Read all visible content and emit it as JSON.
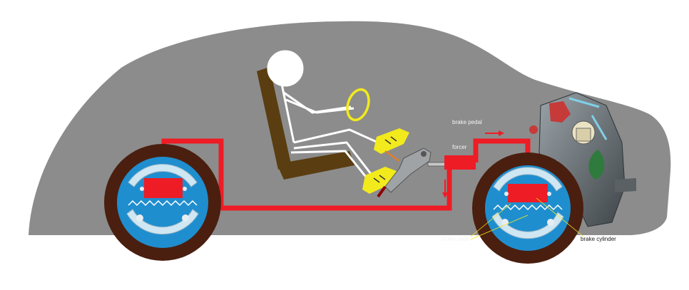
{
  "labels": {
    "brake_pedal": "brake pedal",
    "force": "forcer",
    "brake_pads": "Brake pads",
    "brake_cylinder": "brake cylinder"
  },
  "colors": {
    "body": "#8c8c8c",
    "hydraulic_line": "#ee1c25",
    "tire": "#4a1f10",
    "drum": "#1f8ecf",
    "seat": "#5a3d10",
    "shoe_yellow": "#f2ea1c",
    "steering_wheel": "#f2ea1c",
    "driver_outline": "#ffffff"
  }
}
